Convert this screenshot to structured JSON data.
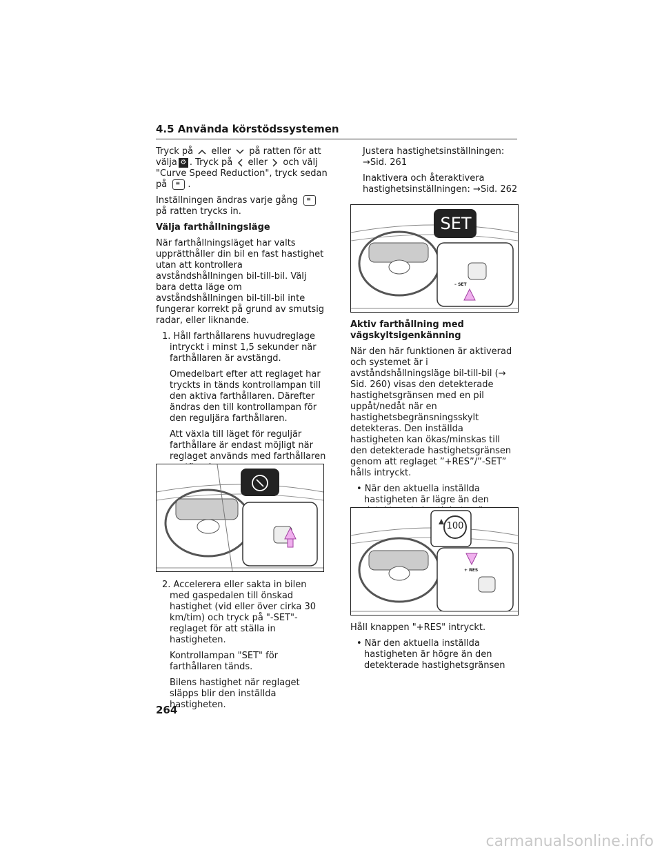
{
  "header": {
    "title": "4.5 Använda körstödssystemen"
  },
  "left": {
    "p1": [
      "Tryck på",
      "eller",
      "på ratten för att",
      "välja",
      ". Tryck på",
      "eller",
      "och välj",
      "\"Curve Speed Reduction\", tryck sedan på",
      "."
    ],
    "p2a": "Inställningen ändras varje gång",
    "p2b": "på ratten trycks in.",
    "heading": "Välja farthållningsläge",
    "p3": "När farthållningsläget har valts upprätthåller din bil en fast hastighet utan att kontrollera avståndshållningen bil-till-bil. Välj bara detta läge om avståndshållningen bil-till-bil inte fungerar korrekt på grund av smutsig radar, eller liknande.",
    "step1": "1. Håll farthållarens huvudreglage intryckt i minst 1,5 sekunder när farthållaren är avstängd.",
    "step1b": "Omedelbart efter att reglaget har tryckts in tänds kontrollampan till den aktiva farthållaren. Därefter ändras den till kontrollampan för den reguljära farthållaren.",
    "step1c": "Att växla till läget för reguljär farthållare är endast möjligt när reglaget används med farthållaren avstängd.",
    "step2": "2. Accelerera eller sakta in bilen med gaspedalen till önskad hastighet (vid eller över cirka 30 km/tim) och tryck på \"-SET\"-reglaget för att ställa in hastigheten.",
    "step2b": "Kontrollampan \"SET\" för farthållaren tänds.",
    "step2c": "Bilens hastighet när reglaget släpps blir den inställda hastigheten."
  },
  "right": {
    "p1": "Justera hastighetsinställningen: →Sid. 261",
    "p2": "Inaktivera och återaktivera hastighetsinställningen: →Sid. 262",
    "fig1_label": "SET",
    "fig1_button": "– SET",
    "heading": "Aktiv farthållning med vägskyltsigenkänning",
    "p3": "När den här funktionen är aktiverad och systemet är i avståndshållningsläge bil-till-bil (→ Sid. 260) visas den detekterade hastighetsgränsen med en pil uppåt/nedåt när en hastighetsbegränsningsskylt detekteras. Den inställda hastigheten kan ökas/minskas till den detekterade hastighetsgränsen genom att reglaget ”+RES”/”-SET” hålls intryckt.",
    "bullet1": "• När den aktuella inställda hastigheten är lägre än den detekterade hastighetsgränsen",
    "fig2_sign": "100",
    "fig2_button": "+ RES",
    "p4": "Håll knappen \"+RES\" intryckt.",
    "bullet2": "• När den aktuella inställda hastigheten är högre än den detekterade hastighetsgränsen"
  },
  "page_number": "264",
  "watermark": "carmanualsonline.info"
}
